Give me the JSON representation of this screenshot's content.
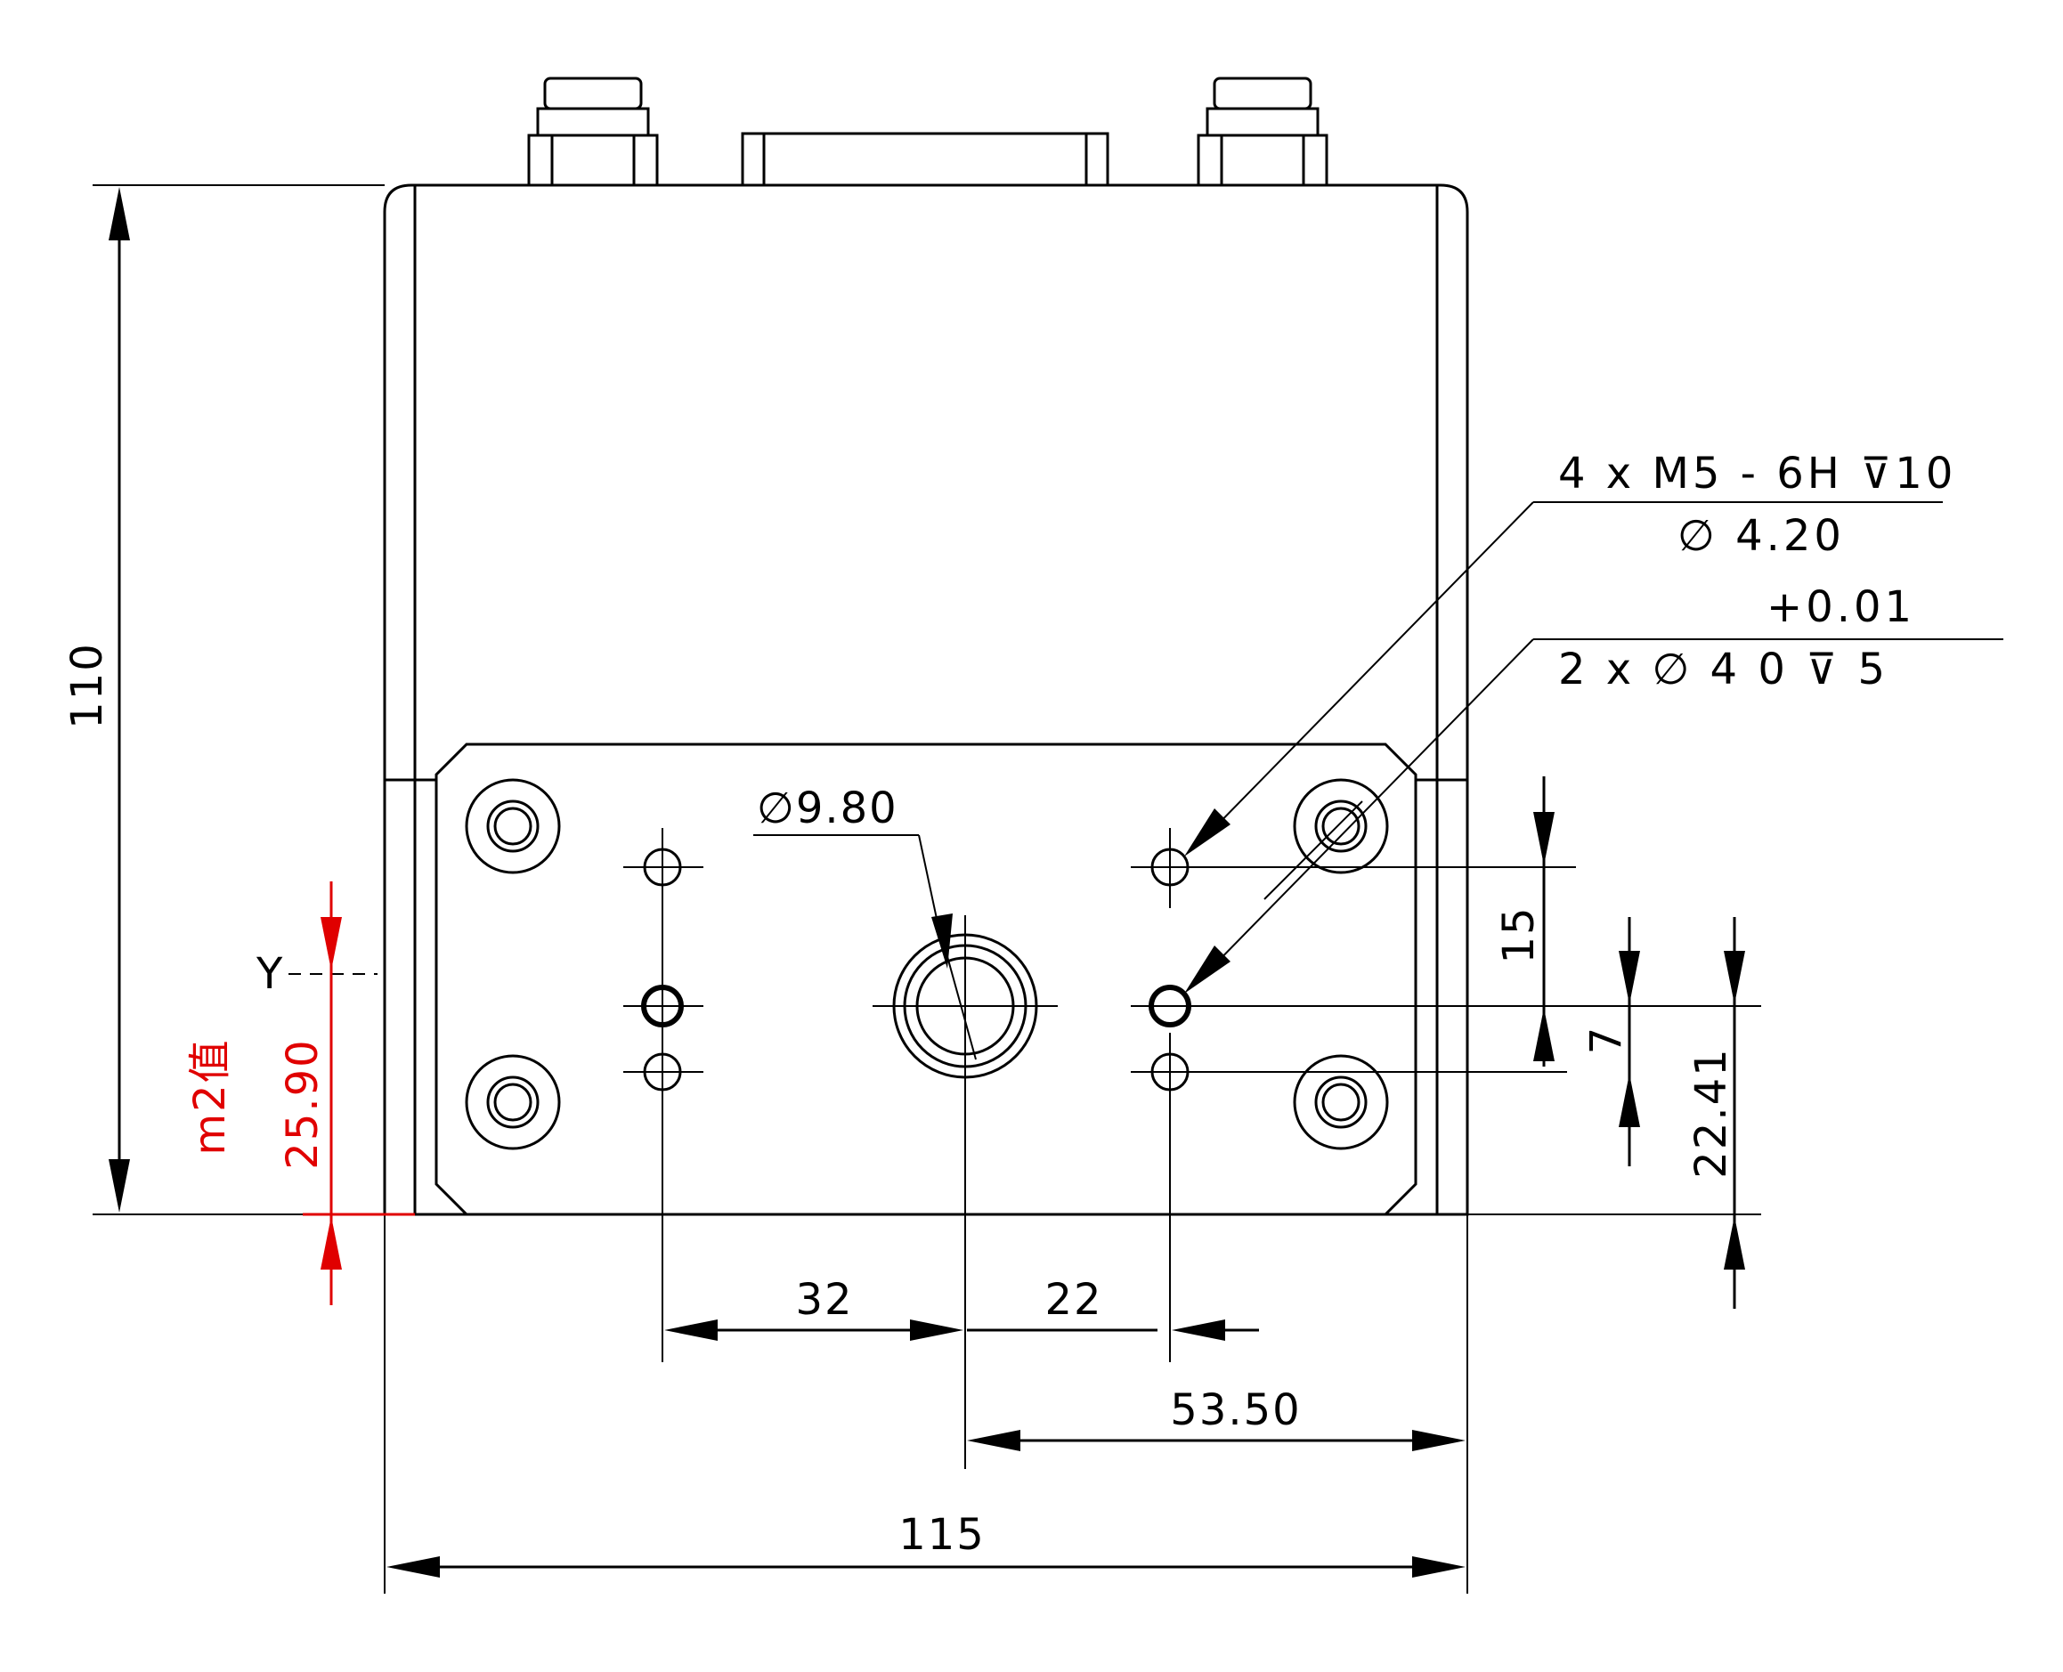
{
  "dimensions": {
    "height_total": "110",
    "width_total": "115",
    "span_32": "32",
    "span_22": "22",
    "span_53_50": "53.50",
    "v_15": "15",
    "v_7": "7",
    "v_22_41": "22.41",
    "bore_diameter": "∅9.80"
  },
  "callouts": {
    "thread_line1": "4 x  M5 - 6H ⊽10",
    "thread_line2": "∅ 4.20",
    "pin_tol": "+0.01",
    "pin_line1": "2 x ∅ 4   0    ⊽ 5"
  },
  "reference": {
    "y_axis": "Y",
    "m2_label": "m2值",
    "m2_value": "25.90"
  },
  "colors": {
    "line": "#000000",
    "highlight": "#e00000",
    "background": "#ffffff"
  }
}
